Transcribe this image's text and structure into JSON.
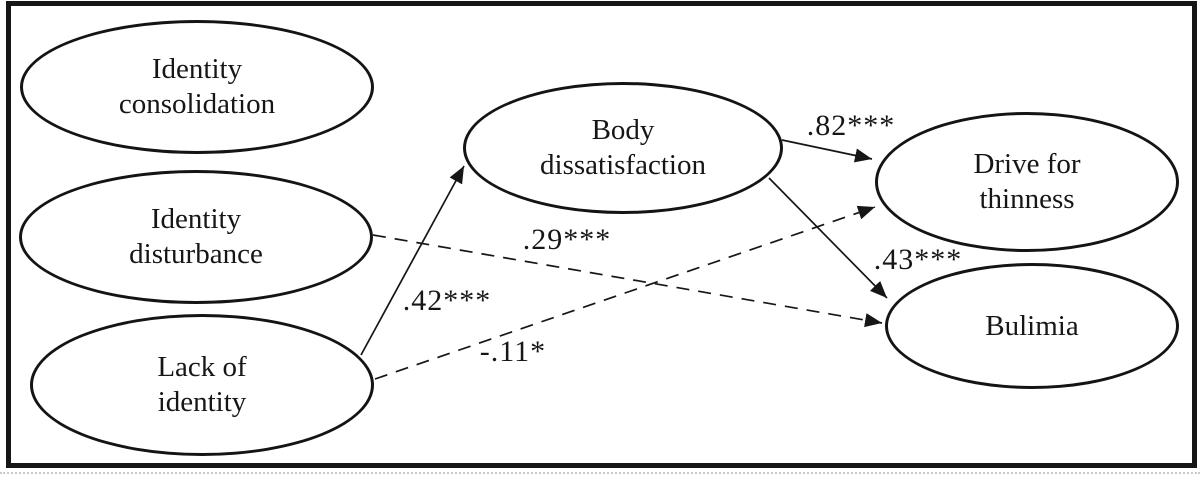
{
  "figure": {
    "type": "structural-path-diagram",
    "nodes": [
      {
        "id": "identity-consolidation",
        "lines": [
          "Identity",
          "consolidation"
        ]
      },
      {
        "id": "identity-disturbance",
        "lines": [
          "Identity",
          "disturbance"
        ]
      },
      {
        "id": "lack-of-identity",
        "lines": [
          "Lack of",
          "identity"
        ]
      },
      {
        "id": "body-dissatisfaction",
        "lines": [
          "Body",
          "dissatisfaction"
        ]
      },
      {
        "id": "drive-for-thinness",
        "lines": [
          "Drive for",
          "thinness"
        ]
      },
      {
        "id": "bulimia",
        "lines": [
          "Bulimia"
        ]
      }
    ],
    "paths": [
      {
        "from": "lack-of-identity",
        "to": "body-dissatisfaction",
        "coefficient": ".42***",
        "line_style": "solid"
      },
      {
        "from": "body-dissatisfaction",
        "to": "drive-for-thinness",
        "coefficient": ".82***",
        "line_style": "solid"
      },
      {
        "from": "body-dissatisfaction",
        "to": "bulimia",
        "coefficient": ".43***",
        "line_style": "solid"
      },
      {
        "from": "identity-disturbance",
        "to": "bulimia",
        "coefficient": ".29***",
        "line_style": "dashed"
      },
      {
        "from": "lack-of-identity",
        "to": "drive-for-thinness",
        "coefficient": "-.11*",
        "line_style": "dashed"
      }
    ],
    "colors": {
      "ink": "#161616",
      "background": "#ffffff",
      "caption_rule": "#c9c9c9"
    }
  }
}
